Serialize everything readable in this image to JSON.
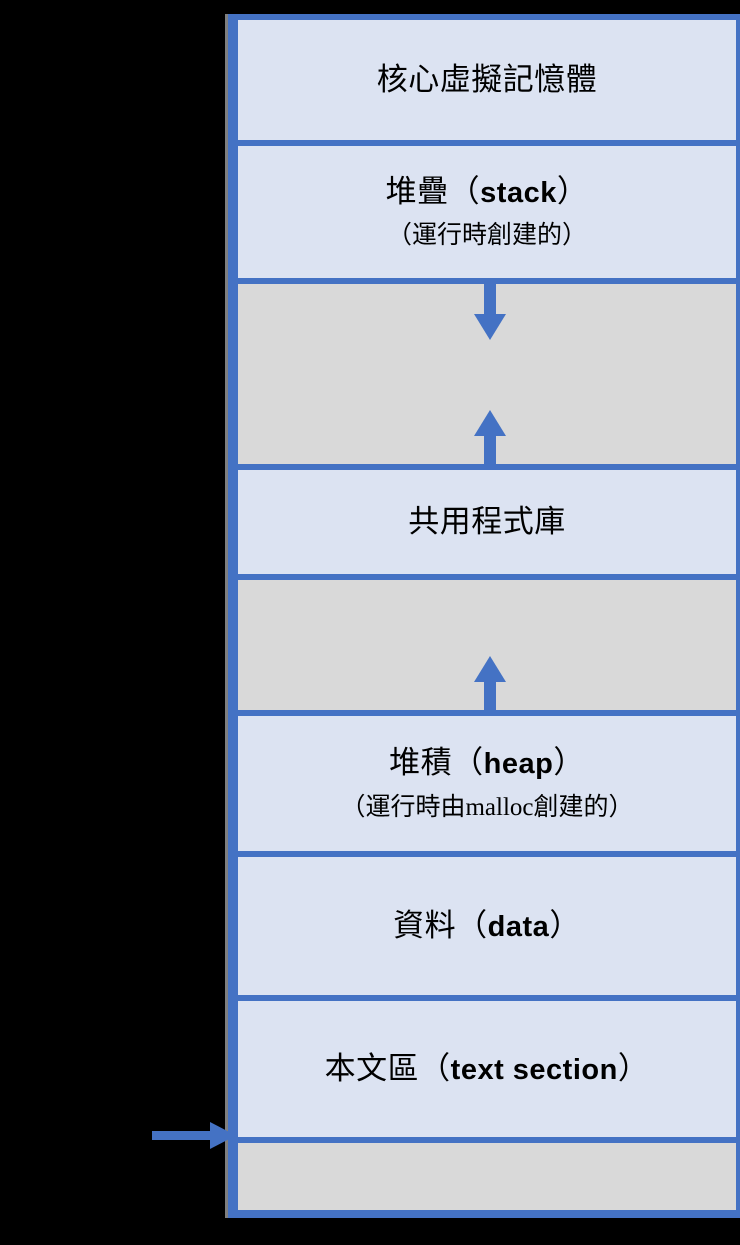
{
  "diagram": {
    "title": "Process virtual memory layout",
    "language": "zh-Hant",
    "colors": {
      "frame_border": "#4472C4",
      "segment_fill": "#DCE3F2",
      "gap_fill": "#D9D9D9",
      "arrow": "#4472C4",
      "shadow": "#7F7F7F",
      "background": "#000000"
    },
    "segments": [
      {
        "id": "kernel",
        "kind": "segment",
        "title": "核心虛擬記憶體",
        "subtitle": ""
      },
      {
        "id": "stack",
        "kind": "segment",
        "title_cn": "堆疊（",
        "title_en": "stack",
        "title_close": "）",
        "subtitle": "（運行時創建的）"
      },
      {
        "id": "gap-stack-lib",
        "kind": "gap",
        "title": "",
        "subtitle": "",
        "arrows": [
          "arrow-down",
          "arrow-up"
        ]
      },
      {
        "id": "shared-library",
        "kind": "segment",
        "title": "共用程式庫",
        "subtitle": ""
      },
      {
        "id": "gap-lib-heap",
        "kind": "gap",
        "title": "",
        "subtitle": "",
        "arrows": [
          "arrow-up"
        ]
      },
      {
        "id": "heap",
        "kind": "segment",
        "title_cn": "堆積（",
        "title_en": "heap",
        "title_close": "）",
        "subtitle": "（運行時由malloc創建的）"
      },
      {
        "id": "data",
        "kind": "segment",
        "title_cn": "資料（",
        "title_en": "data",
        "title_close": "）",
        "subtitle": ""
      },
      {
        "id": "text-section",
        "kind": "segment",
        "title_cn": "本文區（",
        "title_en": "text section",
        "title_close": "）",
        "subtitle": ""
      },
      {
        "id": "reserved",
        "kind": "gap",
        "title": "",
        "subtitle": "",
        "arrows": []
      }
    ],
    "entry_arrow": {
      "id": "entry-pointer",
      "direction": "right",
      "label": ""
    }
  }
}
